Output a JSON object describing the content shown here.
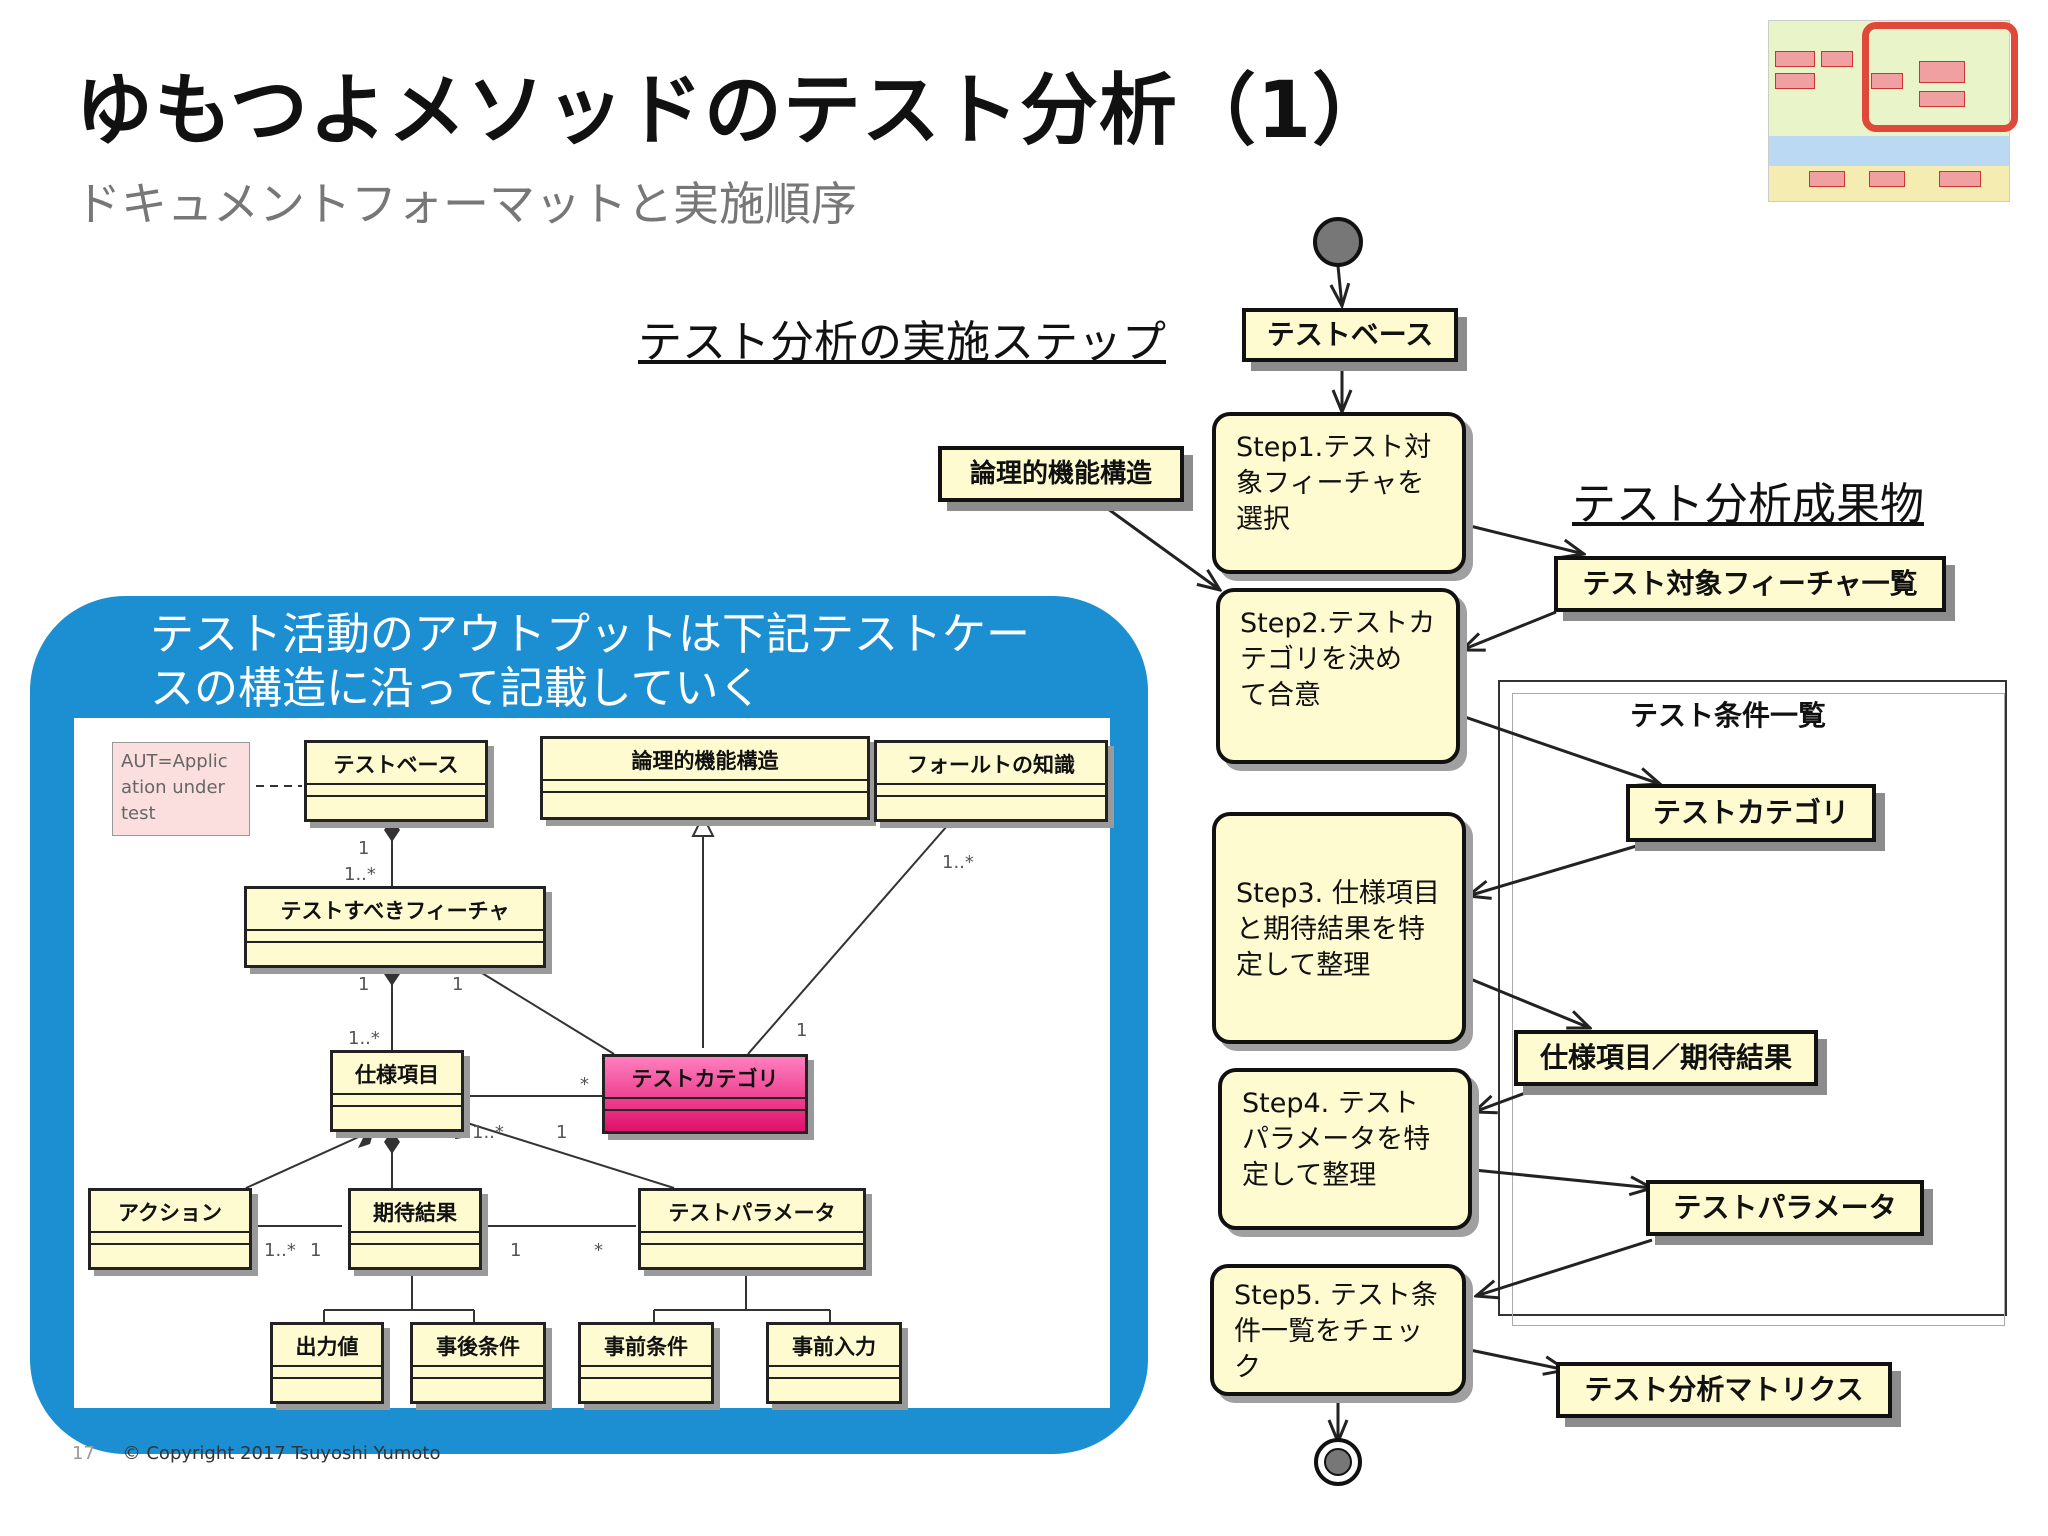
{
  "title": "ゆもつよメソッドのテスト分析（1）",
  "subtitle": "ドキュメントフォーマットと実施順序",
  "steps_heading": "テスト分析の実施ステップ",
  "results_heading": "テスト分析成果物",
  "panel_caption": "テスト活動のアウトプットは下記テストケースの構造に沿って記載していく",
  "uml": {
    "note": [
      "AUT=Applic",
      "ation under",
      "test"
    ],
    "classes": {
      "test_base": "テストベース",
      "logical_struct": "論理的機能構造",
      "fault_knowledge": "フォールトの知識",
      "feature": "テストすべきフィーチャ",
      "spec_item": "仕様項目",
      "category": "テストカテゴリ",
      "action": "アクション",
      "expected": "期待結果",
      "param": "テストパラメータ",
      "output": "出力値",
      "post": "事後条件",
      "pre": "事前条件",
      "pre_input": "事前入力"
    },
    "multiplicities": {
      "base_feature_top": "1",
      "base_feature_bottom": "1..*",
      "fault_cat_top": "1..*",
      "fault_cat_bottom": "1",
      "feature_spec_top": "1",
      "feature_cat": "1",
      "feature_spec_bottom": "1..*",
      "spec_cat": "*",
      "spec_param_a": "1..*",
      "spec_param_b": "1",
      "action_expected_a": "1..*",
      "action_expected_b": "1",
      "expected_param_a": "1",
      "expected_param_b": "*"
    }
  },
  "activity": {
    "test_base": "テストベース",
    "logical_struct": "論理的機能構造",
    "step1": [
      "Step1.テスト対",
      "象フィーチャを",
      "選択"
    ],
    "step2": [
      "Step2.テストカ",
      "テゴリを決め",
      "て合意"
    ],
    "step3": [
      "Step3. 仕様項目",
      "と期待結果を特",
      "定して整理"
    ],
    "step4": [
      "Step4.  テスト",
      "パラメータを特",
      "定して整理"
    ],
    "step5": [
      "Step5. テスト条",
      "件一覧をチェッ",
      "ク"
    ],
    "feature_list": "テスト対象フィーチャ一覧",
    "condition_list_label": "テスト条件一覧",
    "category": "テストカテゴリ",
    "spec_expected": "仕様項目／期待結果",
    "param": "テストパラメータ",
    "matrix": "テスト分析マトリクス"
  },
  "footer": {
    "page": "17",
    "copyright": "© Copyright 2017  Tsuyoshi Yumoto"
  },
  "colors": {
    "panel_blue": "#1b8fd2",
    "box_fill": "#fffbd0",
    "highlight_red": "#e0483a",
    "category_pink": "#e0106a"
  }
}
